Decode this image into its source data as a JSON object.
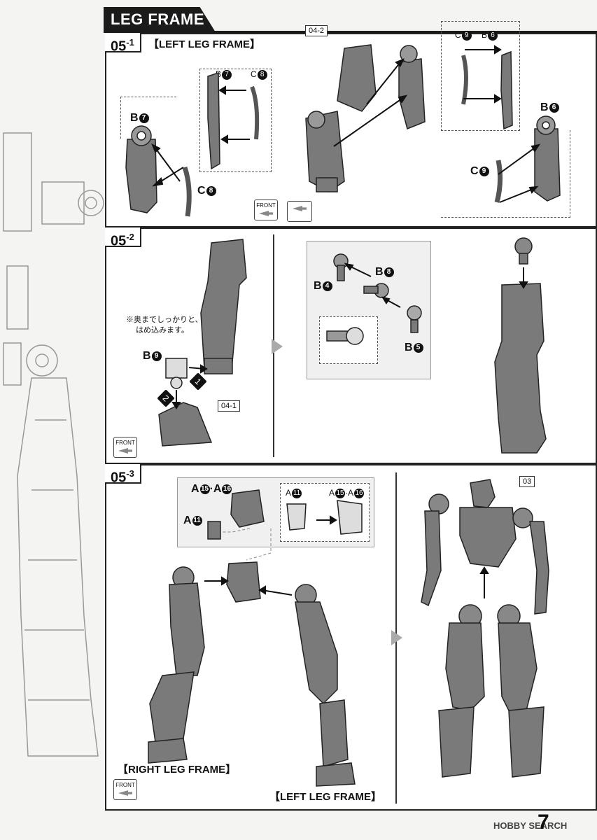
{
  "header": {
    "title": "LEG FRAME"
  },
  "step1": {
    "number": "05",
    "sub": "1",
    "title": "【LEFT LEG FRAME】",
    "refs": {
      "top": "04-2"
    },
    "labels": {
      "b7_inner": "B",
      "b7_inner_n": "7",
      "c8_inner": "C",
      "c8_inner_n": "8",
      "b7": "B",
      "b7_n": "7",
      "c8": "C",
      "c8_n": "8",
      "c9_inner": "C",
      "c9_inner_n": "9",
      "b6_inner": "B",
      "b6_inner_n": "6",
      "b6": "B",
      "b6_n": "6",
      "c9": "C",
      "c9_n": "9"
    },
    "front_a": "FRONT"
  },
  "step2": {
    "number": "05",
    "sub": "2",
    "note_line1": "※奥までしっかりと、",
    "note_line2": "はめ込みます。",
    "b9": "B",
    "b9_n": "9",
    "order1": "1",
    "order2": "2",
    "ref": "04-1",
    "front": "FRONT",
    "b4": "B",
    "b4_n": "4",
    "b8": "B",
    "b8_n": "8",
    "b5": "B",
    "b5_n": "5"
  },
  "step3": {
    "number": "05",
    "sub": "3",
    "a15a16": "A",
    "a15_n": "15",
    "a16_n": "16",
    "a11": "A",
    "a11_n": "11",
    "inner_a11": "A",
    "inner_a11_n": "11",
    "inner_a15a16": "A",
    "inner_a15_n": "15",
    "inner_a16_n": "16",
    "right_leg": "【RIGHT LEG FRAME】",
    "left_leg": "【LEFT LEG FRAME】",
    "front": "FRONT",
    "ref": "03"
  },
  "footer": {
    "watermark": "HOBBY SEARCH",
    "page": "7"
  }
}
